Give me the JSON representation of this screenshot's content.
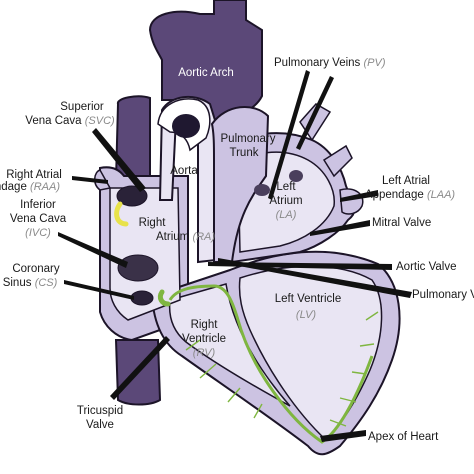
{
  "colors": {
    "vessel_dark": "#5b4878",
    "chamber_fill": "#ccc3e2",
    "chamber_light": "#e9e5f3",
    "outline": "#1c1428",
    "conduction_green": "#7fb640",
    "valve_yellow": "#e8e24a",
    "pointer": "#111111"
  },
  "labels": {
    "aortic_arch": "Aortic Arch",
    "pulmonary_veins": "Pulmonary Veins",
    "pulmonary_veins_abbr": "(PV)",
    "svc_line1": "Superior",
    "svc_line2": "Vena Cava",
    "svc_abbr": "(SVC)",
    "pulmonary_trunk_line1": "Pulmonary",
    "pulmonary_trunk_line2": "Trunk",
    "aorta": "Aorta",
    "raa_line1": "Right Atrial",
    "raa_line2": "Appendage",
    "raa_abbr": "(RAA)",
    "left_atrium_line1": "Left",
    "left_atrium_line2": "Atrium",
    "left_atrium_abbr": "(LA)",
    "laa_line1": "Left Atrial",
    "laa_line2": "Appendage",
    "laa_abbr": "(LAA)",
    "ivc_line1": "Inferior",
    "ivc_line2": "Vena Cava",
    "ivc_abbr": "(IVC)",
    "right_atrium_line1": "Right",
    "right_atrium_line2": "Atrium",
    "right_atrium_abbr": "(RA)",
    "mitral_valve": "Mitral Valve",
    "coronary_sinus_line1": "Coronary",
    "coronary_sinus_line2": "Sinus",
    "coronary_sinus_abbr": "(CS)",
    "aortic_valve": "Aortic Valve",
    "pulmonary_valve": "Pulmonary Valve",
    "left_ventricle_line1": "Left Ventricle",
    "left_ventricle_abbr": "(LV)",
    "right_ventricle_line1": "Right",
    "right_ventricle_line2": "Ventricle",
    "right_ventricle_abbr": "(RV)",
    "tricuspid_line1": "Tricuspid",
    "tricuspid_line2": "Valve",
    "apex": "Apex of Heart"
  }
}
